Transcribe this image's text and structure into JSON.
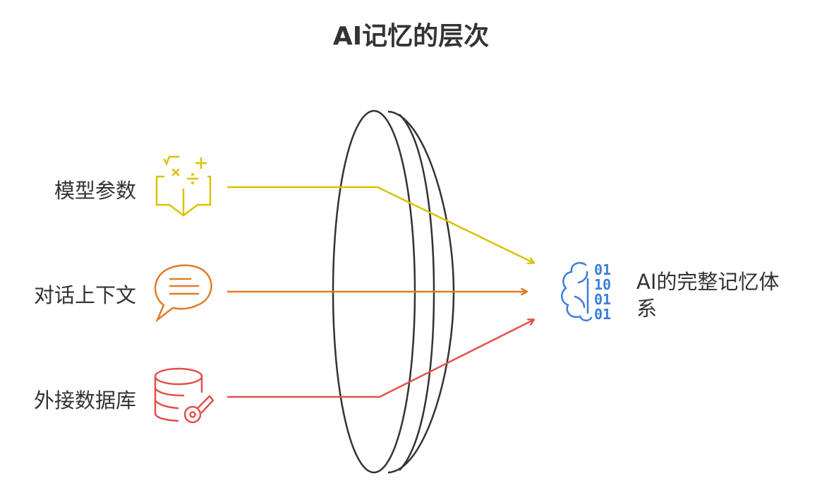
{
  "title": "AI记忆的层次",
  "inputs": [
    {
      "label": "模型参数",
      "icon": "math-book-icon",
      "color": "#d8c300"
    },
    {
      "label": "对话上下文",
      "icon": "speech-bubble-icon",
      "color": "#e07b27"
    },
    {
      "label": "外接数据库",
      "icon": "database-key-icon",
      "color": "#e5504a"
    }
  ],
  "output": {
    "label_line1": "AI的完整记忆体",
    "label_line2": "系",
    "icon": "brain-binary-icon",
    "color": "#3b7ddd",
    "binary": [
      "01",
      "10",
      "01",
      "01"
    ]
  },
  "lens": {
    "icon": "lens-icon",
    "color": "#333333"
  }
}
